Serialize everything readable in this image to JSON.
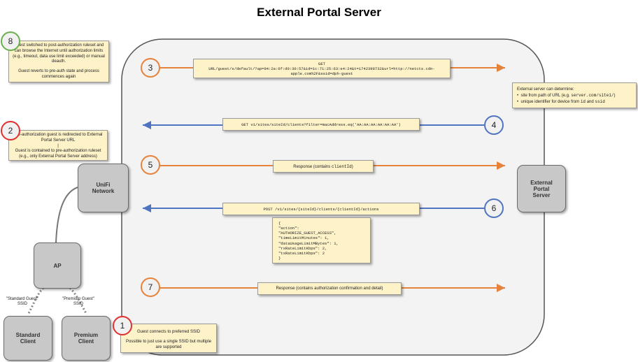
{
  "title": "External Portal Server",
  "colors": {
    "orange": "#e6823a",
    "blue": "#4f74c2",
    "red": "#e03030",
    "green": "#6ab04c",
    "note_bg": "#fdf2c8",
    "node_bg": "#c8c8c8"
  },
  "nodes": {
    "unifi": "UniFi Network",
    "ap": "AP",
    "standard_client": "Standard Client",
    "premium_client": "Premium Client",
    "external_server": "External Portal Server"
  },
  "ssids": {
    "standard": "\"Standard Guest\" SSID",
    "premium": "\"Premium Guest\" SSID"
  },
  "steps": {
    "s1": "1",
    "s2": "2",
    "s3": "3",
    "s4": "4",
    "s5": "5",
    "s6": "6",
    "s7": "7",
    "s8": "8"
  },
  "notes": {
    "n8_line1": "Guest switched to post-authorization ruleset and can browse the Internet until authorization limits (e.g., timeout, data use limit exceeded) or manual deauth.",
    "n8_line2": "Guest reverts to pre-auth state and process commences again",
    "n2_line1": "Pre-authorization guest is redirected to External Portal Server URL",
    "n2_line2": "|",
    "n2_line3": "Guest is contained to pre-authorization ruleset (e.g., only External Portal Server address)",
    "n1_line1": "Guest connects to preferred SSID",
    "n1_line2": "Possible to just use a single SSID but multiple are supported",
    "server_intro": "External server can determine:",
    "server_b1_text": "site from path of URL (e.g.",
    "server_b1_code": "server.com/site1/",
    "server_b1_end": ")",
    "server_b2_text": "unique identifier for device from",
    "server_b2_code1": "id",
    "server_b2_and": "and",
    "server_b2_code2": "ssid"
  },
  "messages": {
    "m3_line1": "GET",
    "m3_line2": "URL/guest/s/default/?ap=94:2a:6f:d0:30:57&id=1c:71:25:63:e4:24&t=1742398732&url=http://netcts.cdn-apple.com%2F&ssid=dph-guest",
    "m4": "GET v1/sites/siteId/clients?filter=macAddress.eq('AA:AA:AA:AA:AA:AA')",
    "m5_text": "Response (contains",
    "m5_code": "clientId",
    "m5_end": ")",
    "m6": "POST /v1/sites/{siteId}/clients/{clientId}/actions",
    "m6_body": [
      "{",
      "\"action\":",
      "\"AUTHORIZE_GUEST_ACCESS\",",
      "\"timeLimitMinutes\": 1,",
      "\"dataUsageLimitMBytes\": 1,",
      "\"rxRateLimitKbps\": 2,",
      "\"txRateLimitKbps\": 2",
      "}"
    ],
    "m7": "Response (contains authorization confirmation and detail)"
  }
}
